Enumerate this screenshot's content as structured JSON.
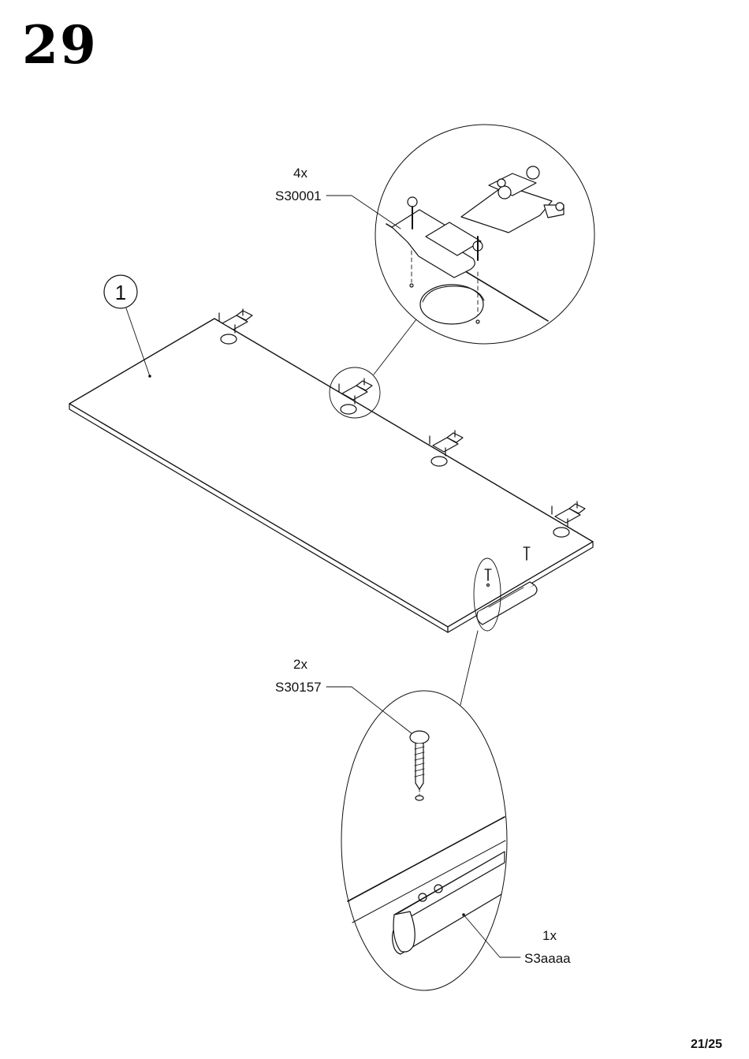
{
  "step": {
    "number": "29"
  },
  "part_label": {
    "number": "1"
  },
  "callouts": {
    "hinge": {
      "quantity": "4x",
      "code": "S30001"
    },
    "screw": {
      "quantity": "2x",
      "code": "S30157"
    },
    "handle": {
      "quantity": "1x",
      "code": "S3aaaa"
    }
  },
  "page": {
    "counter": "21/25"
  }
}
